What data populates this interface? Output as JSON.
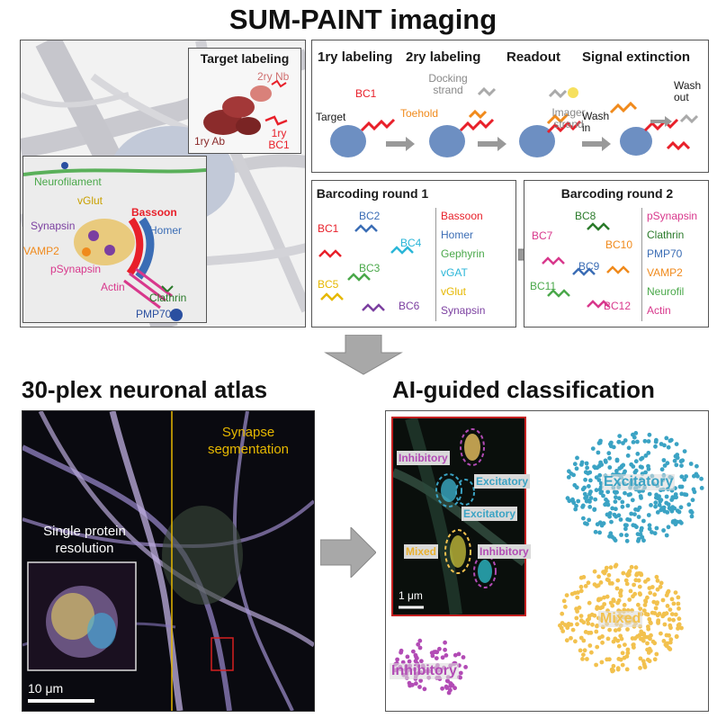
{
  "titles": {
    "main": "SUM-PAINT imaging",
    "atlas": "30-plex neuronal atlas",
    "classification": "AI-guided classification"
  },
  "neuron_panel": {
    "target_labeling": {
      "title": "Target labeling",
      "nb": "2ry Nb",
      "ab": "1ry Ab",
      "bc1": "1ry BC1"
    },
    "labels": {
      "neurofilament": "Neurofilament",
      "vglut": "vGlut",
      "bassoon": "Bassoon",
      "synapsin": "Synapsin",
      "homer": "Homer",
      "vamp2": "VAMP2",
      "psynapsin": "pSynapsin",
      "actin": "Actin",
      "clathrin": "Clathrin",
      "pmp70": "PMP70"
    }
  },
  "workflow": {
    "steps": [
      "1ry labeling",
      "2ry labeling",
      "Readout",
      "Signal extinction"
    ],
    "labels": {
      "bc1": "BC1",
      "target": "Target",
      "docking": "Docking strand",
      "toehold": "Toehold",
      "imager": "Imager strand",
      "wash_in": "Wash in",
      "wash_out": "Wash out"
    }
  },
  "barcoding": {
    "round1": {
      "title": "Barcoding round 1",
      "codes": [
        "BC1",
        "BC2",
        "BC3",
        "BC4",
        "BC5",
        "BC6"
      ],
      "proteins": [
        "Bassoon",
        "Homer",
        "Gephyrin",
        "vGAT",
        "vGlut",
        "Synapsin"
      ]
    },
    "round2": {
      "title": "Barcoding round 2",
      "codes": [
        "BC7",
        "BC8",
        "BC9",
        "BC10",
        "BC11",
        "BC12"
      ],
      "proteins": [
        "pSynapsin",
        "Clathrin",
        "PMP70",
        "VAMP2",
        "Neurofil",
        "Actin"
      ]
    }
  },
  "atlas": {
    "segmentation": "Synapse segmentation",
    "single_protein": "Single protein resolution",
    "scale": "10 μm"
  },
  "classification": {
    "inset_labels": [
      "Inhibitory",
      "Excitatory",
      "Excitatory",
      "Mixed",
      "Inhibitory"
    ],
    "scale": "1 μm",
    "clusters": [
      "Excitatory",
      "Mixed",
      "Inhibitory"
    ]
  },
  "colors": {
    "red": "#e8202a",
    "blue": "#3b6db5",
    "green": "#4aa84a",
    "cyan": "#2bb6d8",
    "yellow": "#e6b800",
    "purple": "#7b3fa0",
    "pink": "#d8388c",
    "orange": "#f08a1c",
    "darkgreen": "#2a7a2a",
    "excitatory": "#3ba3c4",
    "mixed": "#f2c14e",
    "inhibitory": "#b24bb5"
  }
}
